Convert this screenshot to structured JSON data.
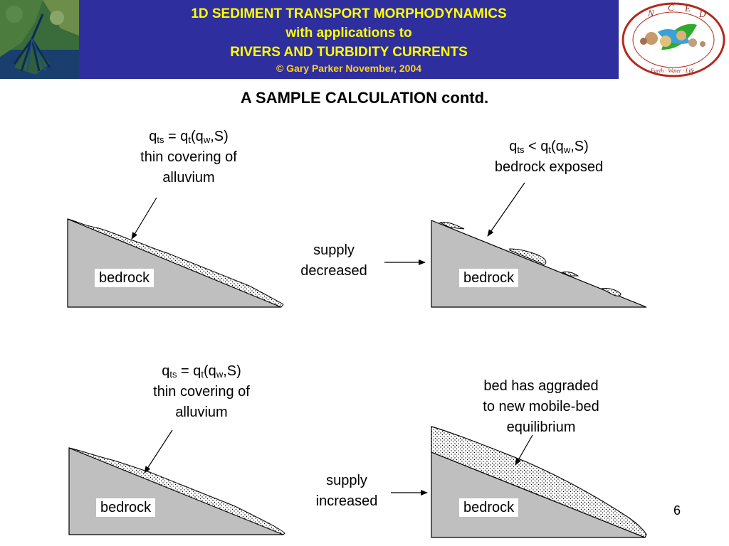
{
  "header": {
    "line1": "1D SEDIMENT TRANSPORT MORPHODYNAMICS",
    "line2": "with applications to",
    "line3": "RIVERS AND TURBIDITY CURRENTS",
    "line4": "© Gary Parker November, 2004",
    "logo_letters": [
      "N",
      "C",
      "E",
      "D"
    ],
    "logo_ring_text": "Earth · Water · Life",
    "band_color": "#2e2e9e",
    "title_color": "#ffff00"
  },
  "slide_title": "A SAMPLE CALCULATION contd.",
  "panels": {
    "top_left": {
      "eq": {
        "q": "q",
        "sub1": "ts",
        "eq": " = q",
        "sub2": "t",
        "paren": "(q",
        "sub3": "w",
        "end": ",S)"
      },
      "line2": "thin covering of",
      "line3": "alluvium",
      "bed_label": "bedrock"
    },
    "top_right": {
      "eq": {
        "q": "q",
        "sub1": "ts",
        "eq": " < q",
        "sub2": "t",
        "paren": "(q",
        "sub3": "w",
        "end": ",S)"
      },
      "line2": "bedrock exposed",
      "bed_label": "bedrock"
    },
    "bottom_left": {
      "eq": {
        "q": "q",
        "sub1": "ts",
        "eq": " = q",
        "sub2": "t",
        "paren": "(q",
        "sub3": "w",
        "end": ",S)"
      },
      "line2": "thin covering of",
      "line3": "alluvium",
      "bed_label": "bedrock"
    },
    "bottom_right": {
      "line1": "bed has aggraded",
      "line2": "to new mobile-bed",
      "line3": "equilibrium",
      "bed_label": "bedrock"
    }
  },
  "arrows": {
    "top": {
      "line1": "supply",
      "line2": "decreased"
    },
    "bottom": {
      "line1": "supply",
      "line2": "increased"
    }
  },
  "page_number": "6"
}
